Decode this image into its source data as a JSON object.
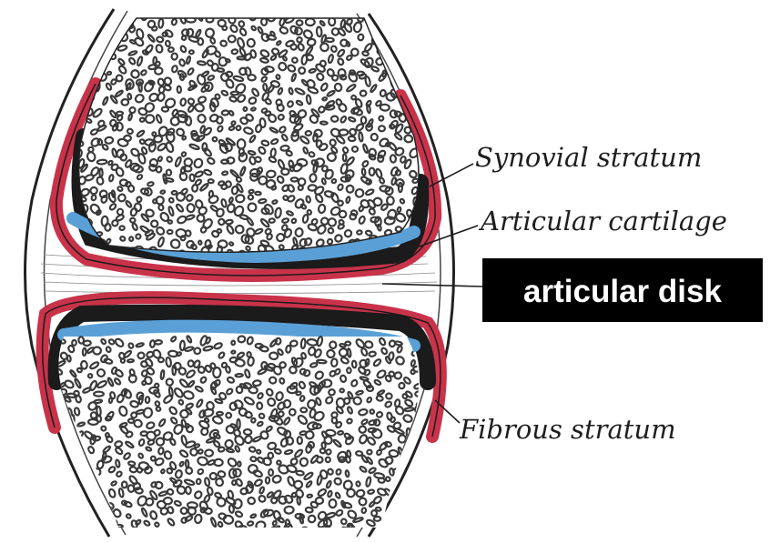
{
  "labels": {
    "synovial_stratum": "Synovial stratum",
    "articular_cartilage": "Articular cartilage",
    "fibrous_stratum": "Fibrous stratum",
    "articular_disk": "articular disk"
  },
  "colors": {
    "bone_background": "#ffffff",
    "bone_texture": "#3a3a3a",
    "synovial": "#c8334a",
    "cartilage": "#5aa0d6",
    "cavity": "#1b1b1b",
    "outline": "#222222",
    "highlight_box": "#000000",
    "highlight_text": "#ffffff"
  }
}
